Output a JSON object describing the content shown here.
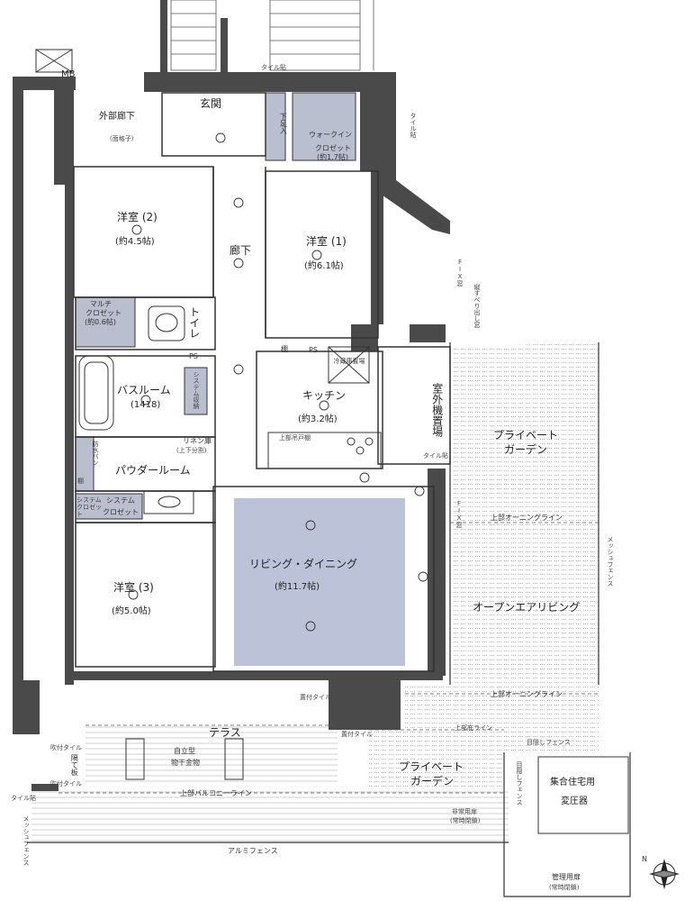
{
  "colors": {
    "wall": "#4a4a4a",
    "fill_storage": "#b9bfcf",
    "fill_living": "#bcc3d8",
    "line": "#333333",
    "hatch": "#a9a9a9"
  },
  "labels": {
    "mb": "MB",
    "genkan": "玄関",
    "gaibu_roka": "外部廊下",
    "menkoshi": "(面格子)",
    "tile_top": "タイル貼",
    "shitaashi": "下足入",
    "walkin_1": "ウォークイン",
    "walkin_2": "クロゼット",
    "walkin_3": "(約1.7帖)",
    "yoshitsu2_a": "洋室 (2)",
    "yoshitsu2_b": "(約4.5帖)",
    "roka": "廊下",
    "yoshitsu1_a": "洋室 (1)",
    "yoshitsu1_b": "(約6.1帖)",
    "fix_mado_1": "FIX窓",
    "fix_mado_2": "FIX窓",
    "tate_suberi": "縦すべり出し窓",
    "tile_right": "タイル貼",
    "multi_1": "マルチ",
    "multi_2": "クロゼット",
    "multi_3": "(約0.6帖)",
    "toilet": "トイレ",
    "tana": "棚",
    "ps1": "PS",
    "ps2": "PS",
    "reizoko": "冷蔵庫置場",
    "shitsugaiki": "室外機置場",
    "system_shuno": "システム収納",
    "bath_a": "バスルーム",
    "bath_b": "(1418)",
    "kitchen_a": "キッチン",
    "kitchen_b": "(約3.2帖)",
    "linen_a": "リネン庫",
    "linen_b": "(上下分割)",
    "jobu_todana": "上部吊戸棚",
    "bousui": "防水パン",
    "tana2": "棚",
    "powder": "パウダールーム",
    "sys_closet_s": "システムクロゼット",
    "sys_closet_1": "システム",
    "sys_closet_2": "クロゼット",
    "private_garden_1a": "プライベート",
    "private_garden_1b": "ガーデン",
    "tile_right2": "タイル貼",
    "fix_mado_3": "FIX窓",
    "jobu_awning1": "上部オーニングライン",
    "living_a": "リビング・ダイニング",
    "living_b": "(約11.7帖)",
    "yoshitsu3_a": "洋室 (3)",
    "yoshitsu3_b": "(約5.0帖)",
    "open_air": "オープンエアリビング",
    "mesh_fence_r": "メッシュフェンス",
    "okutsuke_tile1": "置付タイル",
    "jobu_awning2": "上部オーニングライン",
    "terrace": "テラス",
    "jiritsu_1": "自立型",
    "jiritsu_2": "物干金物",
    "okutsuke_tile2": "置付タイル",
    "jobu_hisashi": "上部庇ライン",
    "mekakushi_fence1": "目隠しフェンス",
    "okutsuke_tile3": "吹付タイル",
    "kakute": "隔て板",
    "okutsuke_tile4": "吹付タイル",
    "private_garden_2a": "プライベート",
    "private_garden_2b": "ガーデン",
    "tile_left": "タイル貼",
    "jobu_balcony": "上部バルコニーライン",
    "mesh_fence_l": "メッシュフェンス",
    "hijo_tobira_1": "非常用扉",
    "hijo_tobira_2": "(常時閉鎖)",
    "mekakushi_fence2": "目隠しフェンス",
    "hendenki_1": "集合住宅用",
    "hendenki_2": "変圧器",
    "alumi_fence": "アルミフェンス",
    "kanri_1": "管理用扉",
    "kanri_2": "(常時閉鎖)",
    "north": "N"
  }
}
